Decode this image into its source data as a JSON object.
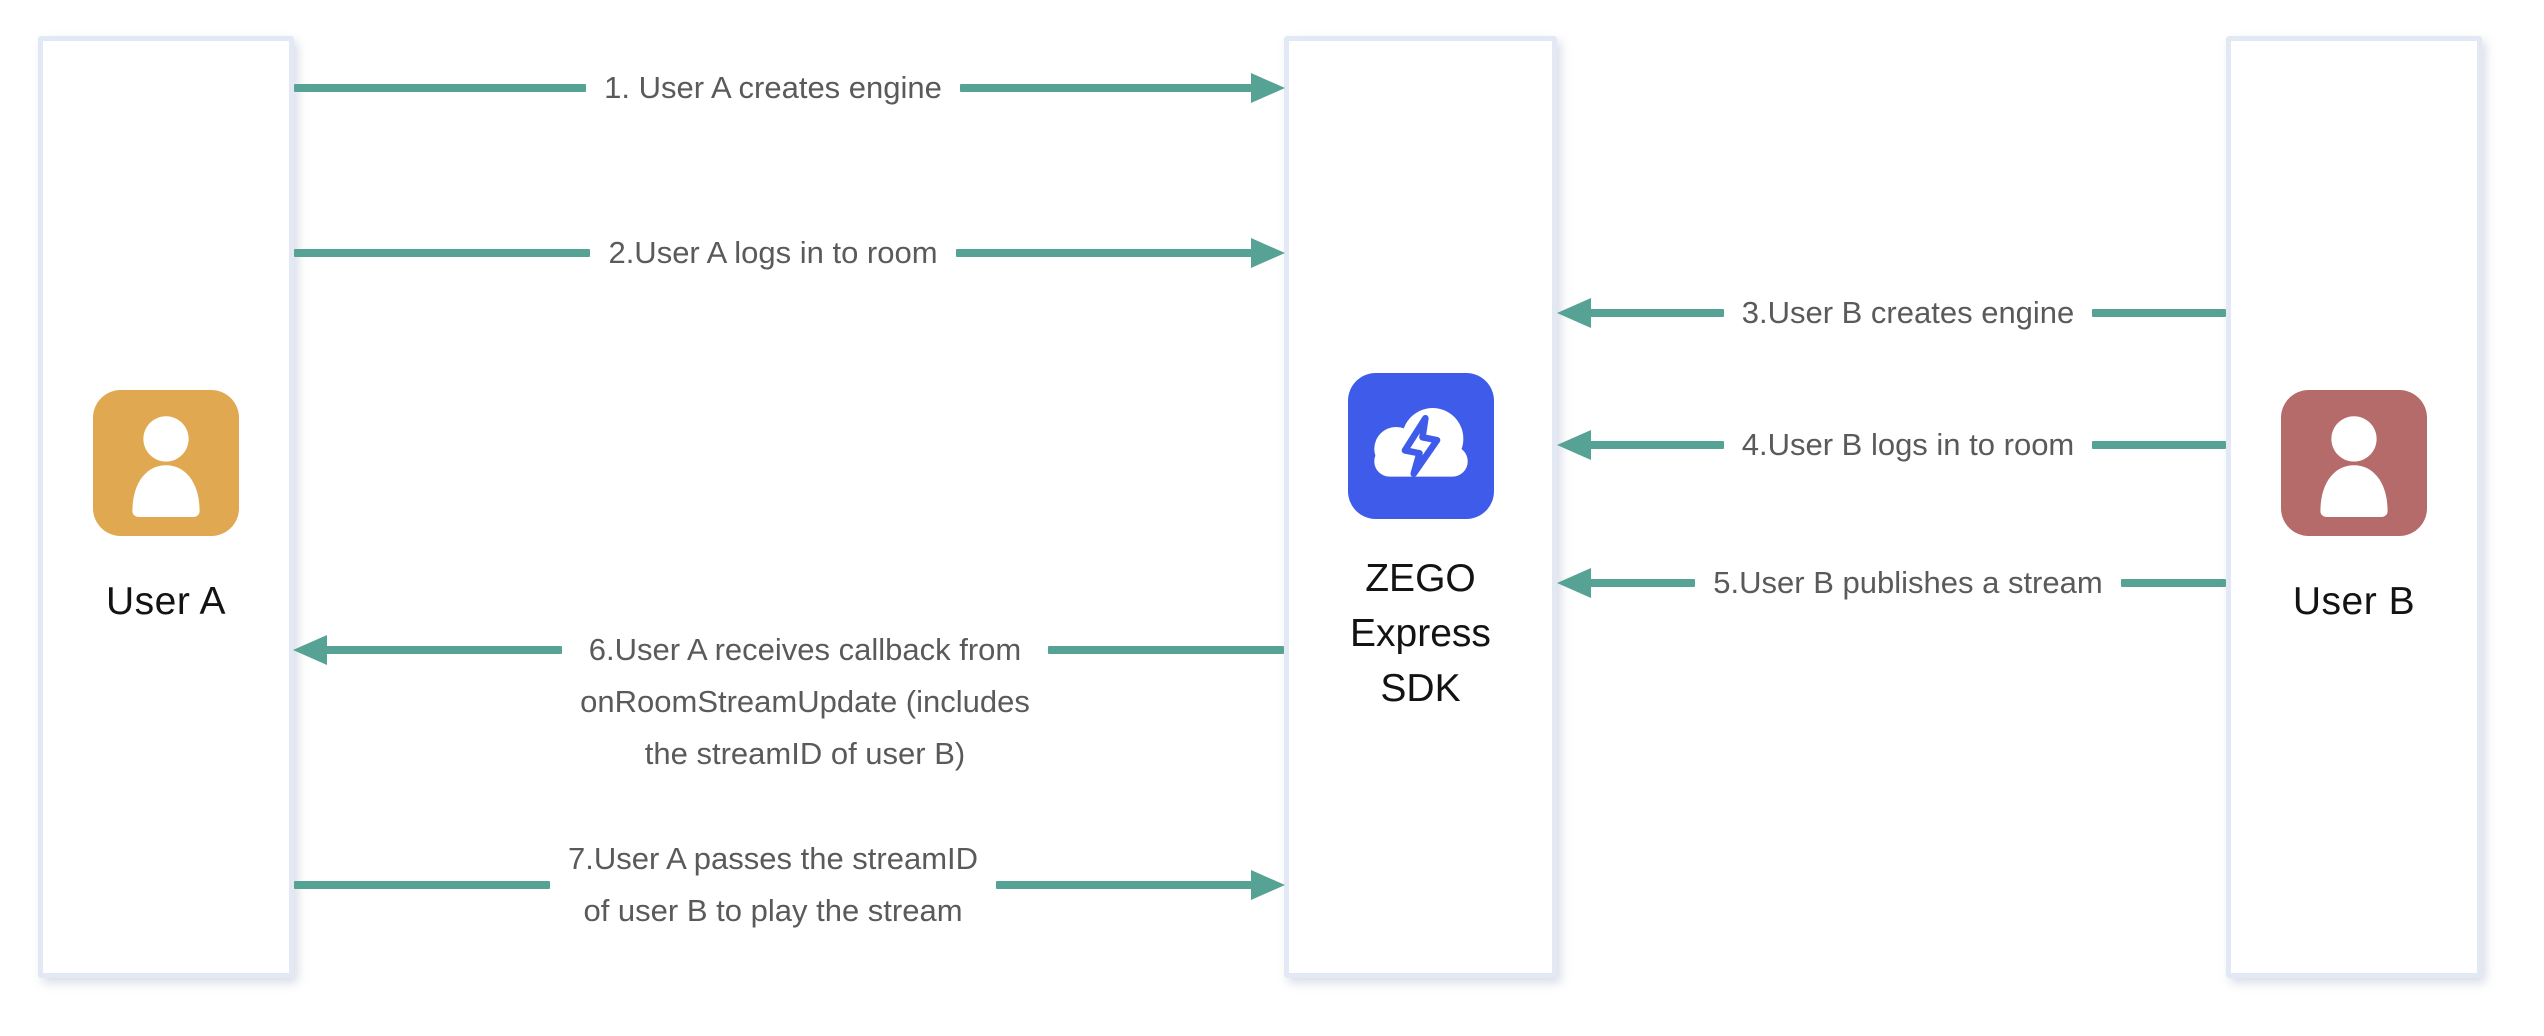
{
  "diagram": {
    "type": "sequence-flow",
    "background": "#ffffff"
  },
  "colors": {
    "arrow": "#56a294",
    "box_border": "#e3e8f5",
    "box_fill": "#ffffff",
    "actor_label": "#131313",
    "message_label": "#5a5a5a",
    "user_a_icon": "#e0a851",
    "user_b_icon": "#b66b6b",
    "sdk_icon": "#3e5ce9"
  },
  "actors": {
    "user_a": {
      "label": "User A",
      "icon": "person-icon",
      "color": "#e0a851"
    },
    "sdk": {
      "label_lines": [
        "ZEGO",
        "Express",
        "SDK"
      ],
      "icon": "cloud-lightning-icon",
      "color": "#3e5ce9"
    },
    "user_b": {
      "label": "User B",
      "icon": "person-icon",
      "color": "#b66b6b"
    }
  },
  "messages": [
    {
      "id": 1,
      "from": "user_a",
      "to": "sdk",
      "direction": "right",
      "lines": [
        "1. User A creates engine"
      ]
    },
    {
      "id": 2,
      "from": "user_a",
      "to": "sdk",
      "direction": "right",
      "lines": [
        "2.User A logs in to room"
      ]
    },
    {
      "id": 3,
      "from": "user_b",
      "to": "sdk",
      "direction": "left",
      "lines": [
        "3.User B creates engine"
      ]
    },
    {
      "id": 4,
      "from": "user_b",
      "to": "sdk",
      "direction": "left",
      "lines": [
        "4.User B logs in to room"
      ]
    },
    {
      "id": 5,
      "from": "user_b",
      "to": "sdk",
      "direction": "left",
      "lines": [
        "5.User B publishes a stream"
      ]
    },
    {
      "id": 6,
      "from": "sdk",
      "to": "user_a",
      "direction": "left",
      "lines": [
        "6.User A receives callback from",
        "onRoomStreamUpdate (includes",
        "the streamID of user B)"
      ]
    },
    {
      "id": 7,
      "from": "user_a",
      "to": "sdk",
      "direction": "right",
      "lines": [
        "7.User A passes the streamID",
        "of user B to play the stream"
      ]
    }
  ]
}
